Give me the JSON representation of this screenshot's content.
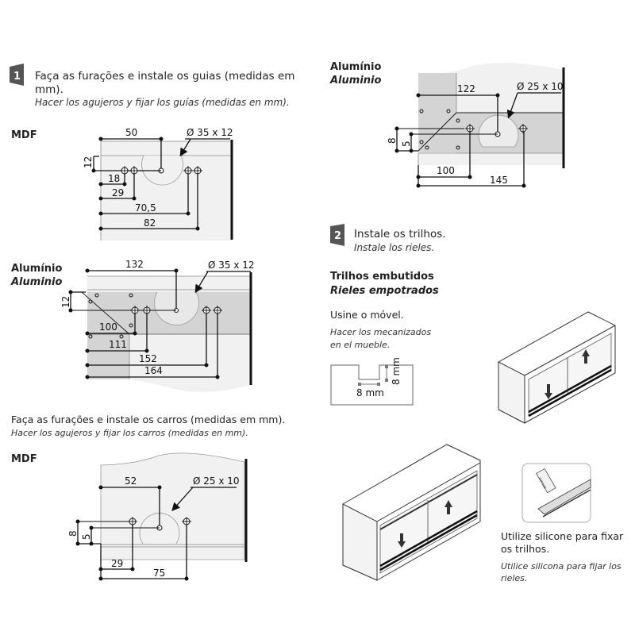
{
  "step1": {
    "number": "1",
    "title_pt_line1": "Faça as furações e instale os guias (medidas em",
    "title_pt_line2": "mm).",
    "title_es": "Hacer los agujeros y fijar los guías (medidas en mm)."
  },
  "guide_mdf": {
    "label": "MDF",
    "hole_spec": "Ø 35 x 12",
    "dims": {
      "top": "50",
      "vertical": "12",
      "d1": "18",
      "d2": "29",
      "d3": "70,5",
      "d4": "82"
    }
  },
  "guide_aluminio": {
    "label_pt": "Alumínio",
    "label_es": "Aluminio",
    "hole_spec": "Ø 35 x 12",
    "dims": {
      "top": "132",
      "vertical": "12",
      "d1": "100",
      "d2": "111",
      "d3": "152",
      "d4": "164"
    }
  },
  "carts": {
    "text_pt": "Faça as furações e instale os carros (medidas em mm).",
    "text_es": "Hacer los agujeros y fijar los carros (medidas en mm)."
  },
  "cart_mdf": {
    "label": "MDF",
    "hole_spec": "Ø 25 x 10",
    "dims": {
      "top": "52",
      "v1": "8",
      "v2": "5",
      "d1": "29",
      "d2": "75"
    }
  },
  "cart_aluminio": {
    "label_pt": "Alumínio",
    "label_es": "Aluminio",
    "hole_spec": "Ø 25 x 10",
    "dims": {
      "top": "122",
      "v1": "8",
      "v2": "5",
      "d1": "100",
      "d2": "145"
    }
  },
  "step2": {
    "number": "2",
    "title_pt": "Instale os trilhos.",
    "title_es": "Instale los rieles.",
    "subtitle_pt": "Trilhos embutidos",
    "subtitle_es": "Rieles empotrados",
    "machine_pt": "Usine o móvel.",
    "machine_es_line1": "Hacer los mecanizados",
    "machine_es_line2": "en el mueble.",
    "groove_width": "8 mm",
    "groove_depth": "8 mm",
    "silicone_label": "Silicone",
    "silicone_pt_line1": "Utilize silicone para fixar",
    "silicone_pt_line2": "os trilhos.",
    "silicone_es_line1": "Utilice silicona para fijar los",
    "silicone_es_line2": "rieles."
  },
  "colors": {
    "badge": "#555555",
    "panel": "#f1f1f1",
    "bracket": "#d4d4d4"
  }
}
